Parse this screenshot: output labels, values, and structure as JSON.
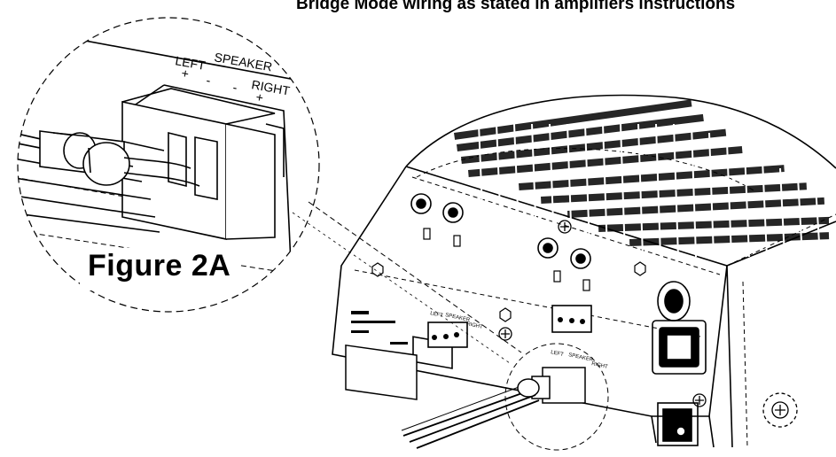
{
  "header_text": "Bridge Mode wiring as stated in amplifiers instructions",
  "figure_label": "Figure 2A",
  "detail_labels": {
    "left": "LEFT",
    "speaker": "SPEAKER",
    "right": "RIGHT",
    "plus": "+",
    "minus": "-"
  },
  "panel_small_labels": {
    "left": "LEFT",
    "speaker": "SPEAKER",
    "right": "RIGHT"
  }
}
